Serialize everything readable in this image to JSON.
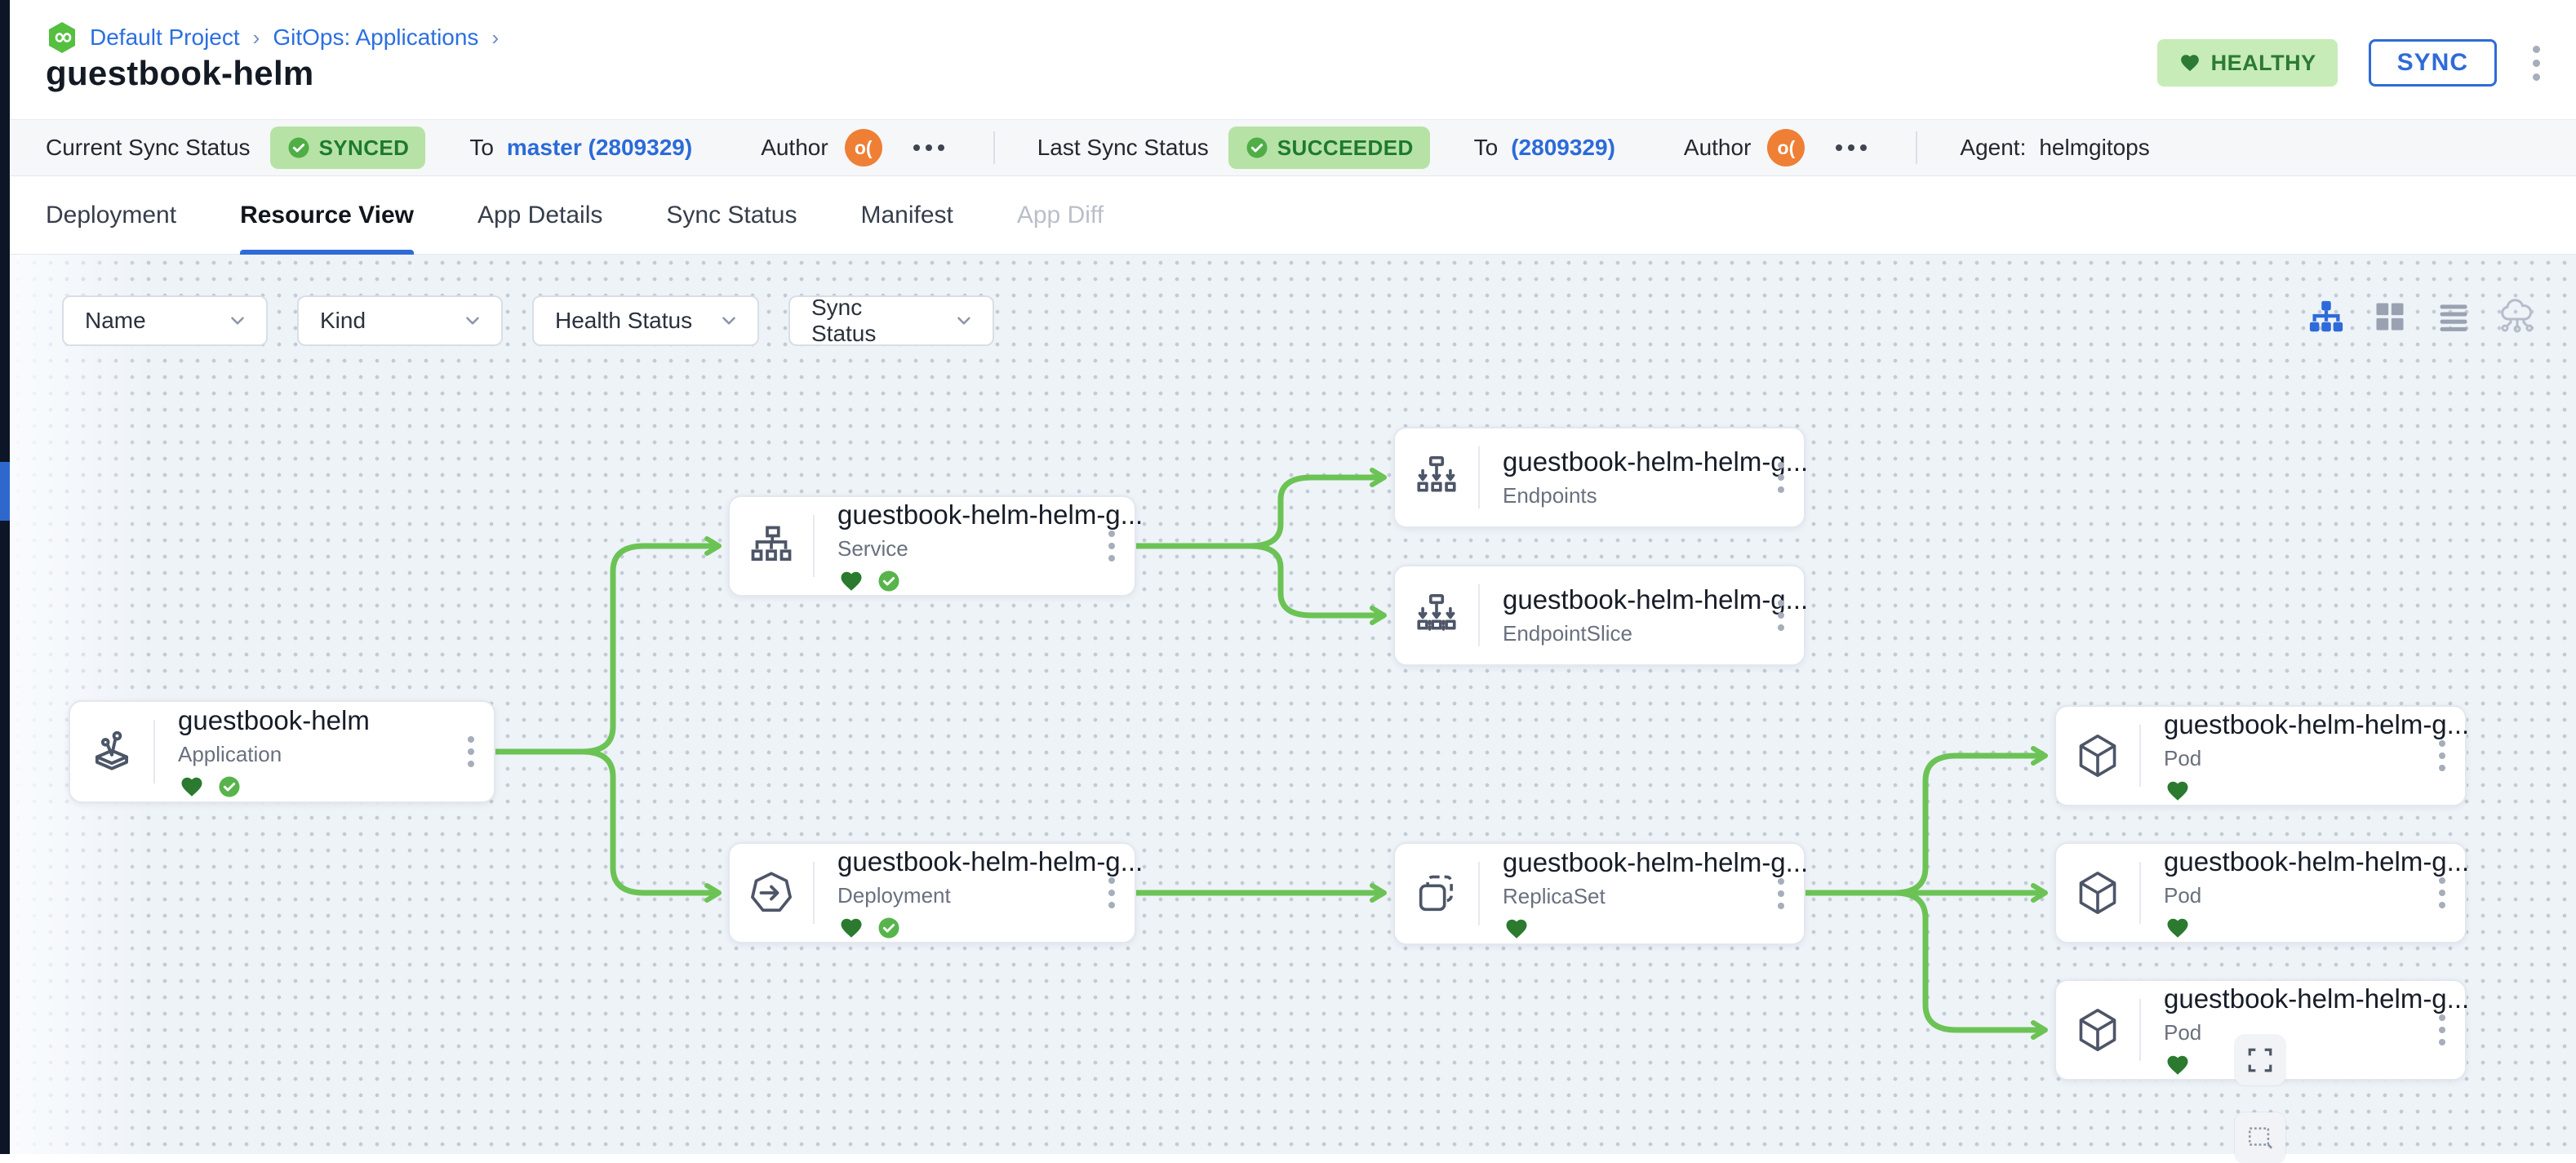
{
  "header": {
    "breadcrumb": {
      "items": [
        "Default Project",
        "GitOps: Applications"
      ],
      "separator": "›"
    },
    "title": "guestbook-helm",
    "health_label": "HEALTHY",
    "sync_label": "SYNC"
  },
  "status_bar": {
    "current": {
      "label": "Current Sync Status",
      "badge": "SYNCED",
      "to": "To",
      "revision": "master (2809329)",
      "author": "Author",
      "avatar": "o("
    },
    "last": {
      "label": "Last Sync Status",
      "badge": "SUCCEEDED",
      "to": "To",
      "revision": "(2809329)",
      "author": "Author",
      "avatar": "o("
    },
    "agent_label": "Agent:",
    "agent_value": "helmgitops"
  },
  "tabs": {
    "items": [
      "Deployment",
      "Resource View",
      "App Details",
      "Sync Status",
      "Manifest",
      "App Diff"
    ],
    "active": "Resource View",
    "disabled": "App Diff"
  },
  "filters": {
    "name": "Name",
    "kind": "Kind",
    "health": "Health Status",
    "sync": "Sync Status"
  },
  "view_toggles": [
    "tree-view",
    "grid-view",
    "list-view",
    "cluster-view"
  ],
  "canvas_controls": [
    "fit-view",
    "marquee-select"
  ],
  "graph": {
    "edge_color": "#6cc355",
    "nodes": [
      {
        "title": "guestbook-helm",
        "kind": "Application",
        "statuses": [
          "healthy",
          "synced"
        ]
      },
      {
        "title": "guestbook-helm-helm-g...",
        "kind": "Service",
        "statuses": [
          "healthy",
          "synced"
        ]
      },
      {
        "title": "guestbook-helm-helm-g...",
        "kind": "Endpoints",
        "statuses": []
      },
      {
        "title": "guestbook-helm-helm-g...",
        "kind": "EndpointSlice",
        "statuses": []
      },
      {
        "title": "guestbook-helm-helm-g...",
        "kind": "Deployment",
        "statuses": [
          "healthy",
          "synced"
        ]
      },
      {
        "title": "guestbook-helm-helm-g...",
        "kind": "ReplicaSet",
        "statuses": [
          "healthy"
        ]
      },
      {
        "title": "guestbook-helm-helm-g...",
        "kind": "Pod",
        "statuses": [
          "healthy"
        ]
      },
      {
        "title": "guestbook-helm-helm-g...",
        "kind": "Pod",
        "statuses": [
          "healthy"
        ]
      },
      {
        "title": "guestbook-helm-helm-g...",
        "kind": "Pod",
        "statuses": [
          "healthy"
        ]
      }
    ],
    "edges": [
      {
        "from": "Application",
        "to": "Service"
      },
      {
        "from": "Application",
        "to": "Deployment"
      },
      {
        "from": "Service",
        "to": "Endpoints"
      },
      {
        "from": "Service",
        "to": "EndpointSlice"
      },
      {
        "from": "Deployment",
        "to": "ReplicaSet"
      },
      {
        "from": "ReplicaSet",
        "to": "Pod-1"
      },
      {
        "from": "ReplicaSet",
        "to": "Pod-2"
      },
      {
        "from": "ReplicaSet",
        "to": "Pod-3"
      }
    ]
  },
  "colors": {
    "accent_blue": "#2f6bd8",
    "healthy_green": "#2c7a33",
    "badge_green_bg": "#b7e2a5",
    "canvas_bg": "#eef3f8",
    "edge_green": "#6cc355"
  }
}
